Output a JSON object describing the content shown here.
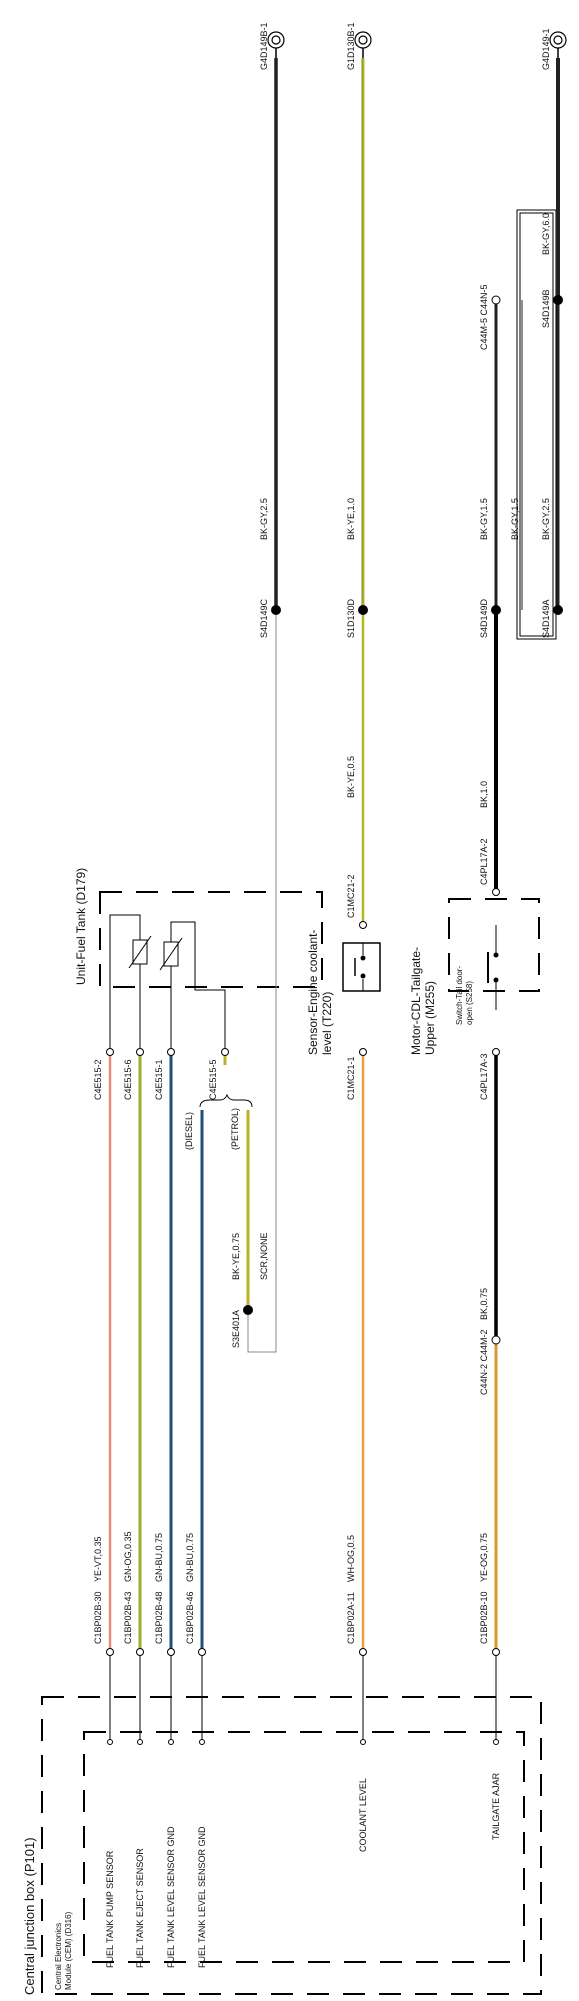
{
  "colors": {
    "YE-VT": "#e8897a",
    "GN-OG": "#9bb02a",
    "GN-BU": "#1f4f7a",
    "BK-YE": "#b7b329",
    "WH-OG": "#e3a23a",
    "YE-OG": "#d59a2b",
    "BK": "#000000",
    "BK-GY": "#222222",
    "SCR": "#888888"
  },
  "labels": {
    "cjb_title": "Central junction box (P101)",
    "cem_l1": "Central Electronics",
    "cem_l2": "Module (CEM) (D316)",
    "fuel_title": "Unit-Fuel Tank (D179)",
    "coolant_title_l1": "Sensor-Engine coolant-",
    "coolant_title_l2": "level (T220)",
    "motor_title_l1": "Motor-CDL-Tailgate-",
    "motor_title_l2": "Upper (M255)",
    "switch_l1": "Switch-Tail door-",
    "switch_l2": "open (S258)",
    "diesel": "(DIESEL)",
    "petrol": "(PETROL)"
  },
  "functions": [
    {
      "id": "f1",
      "text": "FUEL TANK PUMP SENSOR"
    },
    {
      "id": "f2",
      "text": "FUEL TANK EJECT SENSOR"
    },
    {
      "id": "f3",
      "text": "FUEL TANK LEVEL SENSOR GND"
    },
    {
      "id": "f4",
      "text": "FUEL TANK LEVEL SENSOR GND"
    },
    {
      "id": "f5",
      "text": "COOLANT LEVEL"
    },
    {
      "id": "f6",
      "text": "TAILGATE AJAR"
    }
  ],
  "connectors": [
    {
      "id": "c1",
      "text": "C1BP02B-30"
    },
    {
      "id": "c2",
      "text": "C1BP02B-43"
    },
    {
      "id": "c3",
      "text": "C1BP02B-48"
    },
    {
      "id": "c4",
      "text": "C1BP02B-46"
    },
    {
      "id": "c5",
      "text": "C1BP02A-11"
    },
    {
      "id": "c6",
      "text": "C1BP02B-10"
    },
    {
      "id": "c7",
      "text": "C4E515-2"
    },
    {
      "id": "c8",
      "text": "C4E515-6"
    },
    {
      "id": "c9",
      "text": "C4E515-1"
    },
    {
      "id": "c10",
      "text": "C4E515-5"
    },
    {
      "id": "c11",
      "text": "C1MC21-1"
    },
    {
      "id": "c12",
      "text": "C1MC21-2"
    },
    {
      "id": "c13",
      "text": "C4PL17A-3"
    },
    {
      "id": "c14",
      "text": "C4PL17A-2"
    },
    {
      "id": "c15",
      "text": "C44N-2 C44M-2"
    },
    {
      "id": "c16",
      "text": "C44M-5 C44N-5"
    },
    {
      "id": "c17",
      "text": "S3E401A"
    },
    {
      "id": "c18",
      "text": "S4D149C"
    },
    {
      "id": "c19",
      "text": "S1D130D"
    },
    {
      "id": "c20",
      "text": "S4D149D"
    },
    {
      "id": "c21",
      "text": "S4D149A"
    },
    {
      "id": "c22",
      "text": "S4D149B"
    },
    {
      "id": "c23",
      "text": "G4D149B-1"
    },
    {
      "id": "c24",
      "text": "G1D130B-1"
    },
    {
      "id": "c25",
      "text": "G4D149-1"
    }
  ],
  "wires": [
    {
      "id": "w1",
      "text": "YE-VT,0.35"
    },
    {
      "id": "w2",
      "text": "GN-OG,0.35"
    },
    {
      "id": "w3",
      "text": "GN-BU,0.75"
    },
    {
      "id": "w4",
      "text": "GN-BU,0.75"
    },
    {
      "id": "w5",
      "text": "WH-OG,0.5"
    },
    {
      "id": "w6",
      "text": "YE-OG,0.75"
    },
    {
      "id": "w7",
      "text": "BK-YE,0.75"
    },
    {
      "id": "w8",
      "text": "SCR,NONE"
    },
    {
      "id": "w9",
      "text": "BK,0.75"
    },
    {
      "id": "w10",
      "text": "BK-YE,0.5"
    },
    {
      "id": "w11",
      "text": "BK-YE,1.0"
    },
    {
      "id": "w12",
      "text": "BK,1.0"
    },
    {
      "id": "w13",
      "text": "BK-GY,2.5"
    },
    {
      "id": "w14",
      "text": "BK-GY,1.5"
    },
    {
      "id": "w15",
      "text": "BK-GY,1.5"
    },
    {
      "id": "w16",
      "text": "BK-GY,2.5"
    },
    {
      "id": "w17",
      "text": "BK-GY,6.0"
    }
  ]
}
